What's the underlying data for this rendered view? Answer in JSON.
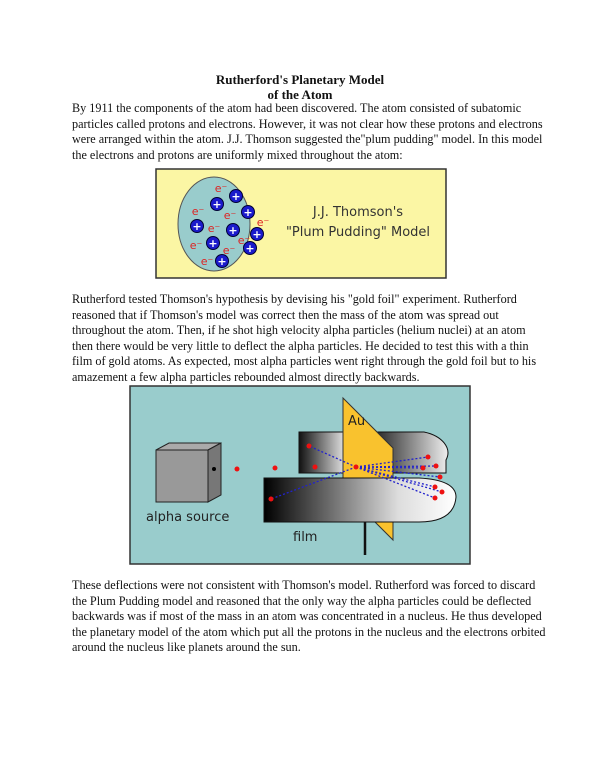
{
  "title": [
    "Rutherford's Planetary Model",
    "of the Atom"
  ],
  "paragraphs": [
    [
      "By 1911 the components of the atom had been discovered. The atom consisted of subatomic",
      "particles called protons and electrons. However, it was not clear how these protons and electrons",
      "were arranged within the atom. J.J. Thomson suggested the\"plum pudding\" model. In this model",
      "the electrons and protons are uniformly mixed throughout the atom:"
    ],
    [
      "Rutherford tested Thomson's hypothesis by devising his \"gold foil\" experiment. Rutherford",
      "reasoned that if Thomson's model was correct then the mass of the atom was spread out",
      "throughout the atom. Then, if he shot high velocity alpha particles (helium nuclei) at an atom",
      "then there would be very little to deflect the alpha particles. He decided to test this with a thin",
      "film of gold atoms. As expected, most alpha particles went right through the gold foil but to his",
      "amazement a few alpha particles rebounded almost directly backwards."
    ],
    [
      "These deflections were not consistent with Thomson's model. Rutherford was forced to discard",
      "the Plum Pudding model and reasoned that the only way the alpha particles could be deflected",
      "backwards was if most of the mass in an atom was concentrated in a nucleus. He thus developed",
      "the planetary model of the atom which put all the protons in the nucleus and the electrons orbited",
      "around the nucleus like planets around the sun."
    ]
  ],
  "figure1": {
    "caption": [
      "J.J. Thomson's",
      "\"Plum Pudding\" Model"
    ],
    "proton_symbol": "+",
    "electron_symbol": "e⁻",
    "colors": {
      "background": "#fbf6a4",
      "atom": "#99cccc",
      "proton": "#1a1acc",
      "electron": "#dd2222"
    }
  },
  "figure2": {
    "source_label": "alpha source",
    "foil_label": "Au",
    "film_label": "film",
    "colors": {
      "background": "#99cccc",
      "foil": "#f9c22e",
      "particle": "#ee1111",
      "path": "#2222cc"
    }
  }
}
